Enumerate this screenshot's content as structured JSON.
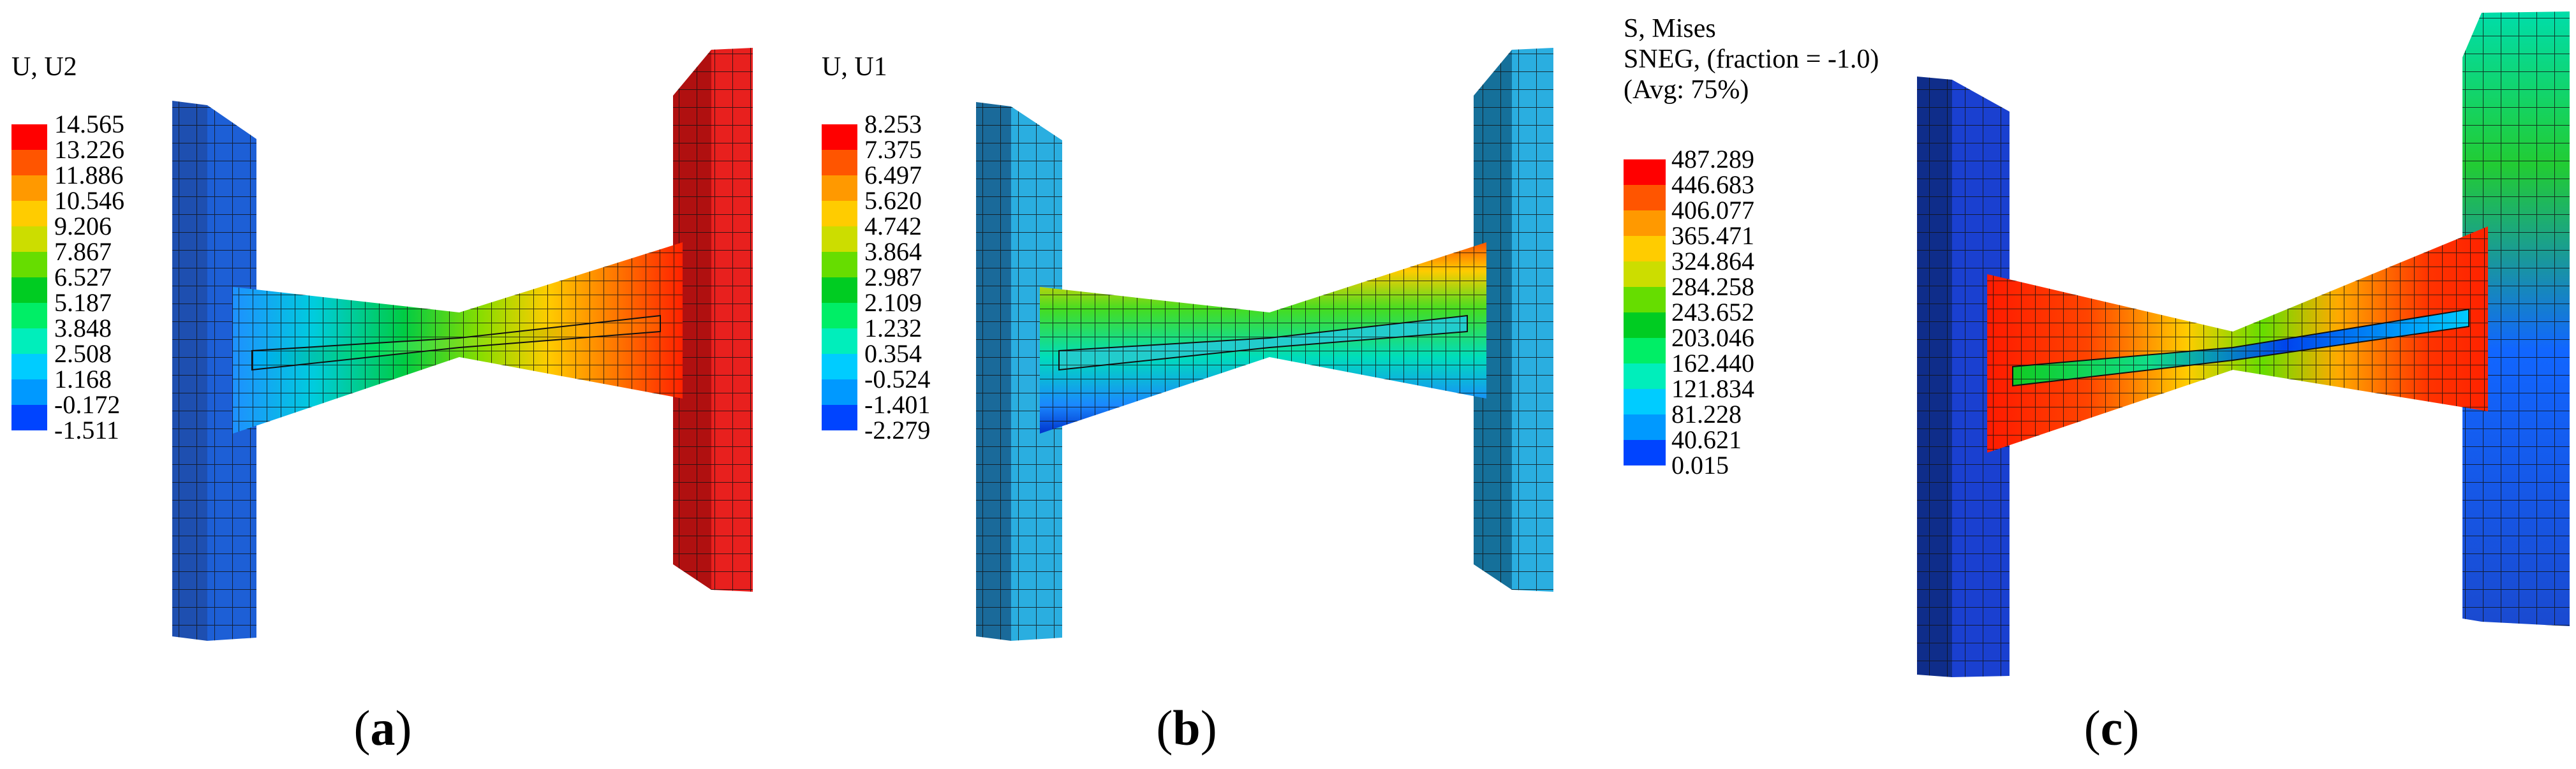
{
  "panels": [
    {
      "label": "a",
      "legend": {
        "title_lines": [
          "U, U2"
        ],
        "ticks": [
          "14.565",
          "13.226",
          "11.886",
          "10.546",
          "9.206",
          "7.867",
          "6.527",
          "5.187",
          "3.848",
          "2.508",
          "1.168",
          "-0.172",
          "-1.511"
        ]
      }
    },
    {
      "label": "b",
      "legend": {
        "title_lines": [
          "U, U1"
        ],
        "ticks": [
          "8.253",
          "7.375",
          "6.497",
          "5.620",
          "4.742",
          "3.864",
          "2.987",
          "2.109",
          "1.232",
          "0.354",
          "-0.524",
          "-1.401",
          "-2.279"
        ]
      }
    },
    {
      "label": "c",
      "legend": {
        "title_lines": [
          "S, Mises",
          "SNEG, (fraction = -1.0)",
          "(Avg: 75%)"
        ],
        "ticks": [
          "487.289",
          "446.683",
          "406.077",
          "365.471",
          "324.864",
          "284.258",
          "243.652",
          "203.046",
          "162.440",
          "121.834",
          "81.228",
          "40.621",
          "0.015"
        ]
      }
    }
  ],
  "colormap": [
    "#ff0000",
    "#ff5500",
    "#ff9900",
    "#ffcc00",
    "#ccdd00",
    "#66dd00",
    "#00cc22",
    "#00ee66",
    "#00eebb",
    "#00ccff",
    "#0099ff",
    "#0044ff",
    "#0000ee"
  ],
  "colors": {
    "plate_dark_blue": "#1a3a8a",
    "plate_mid_blue": "#1f5fd0",
    "plate_red": "#e8201e",
    "plate_cyan": "#2aaee0",
    "plate_cyan_dark": "#15709a",
    "mesh_line": "#1a1a1a"
  }
}
